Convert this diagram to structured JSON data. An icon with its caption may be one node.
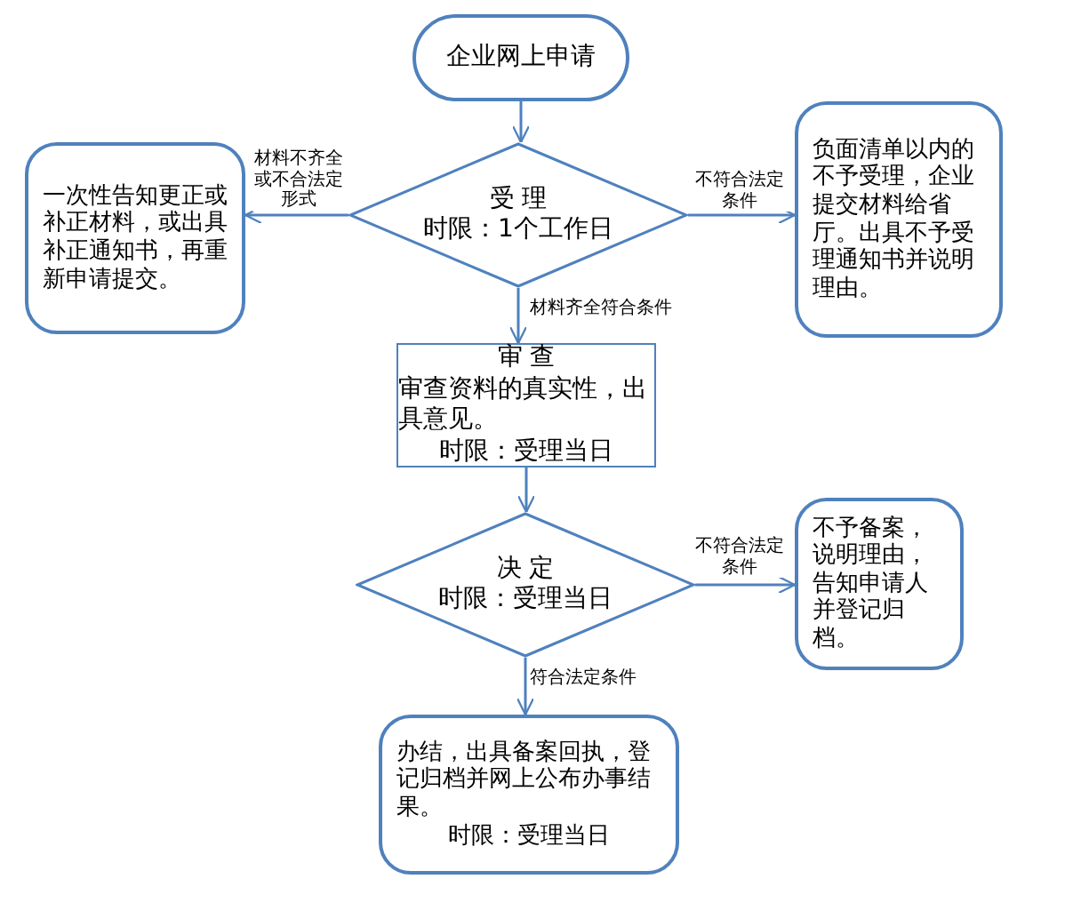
{
  "diagram": {
    "nodes": [
      {
        "text": [
          "企业网上申请"
        ]
      },
      {
        "text": [
          "受 理",
          "时限：1个工作日"
        ]
      },
      {
        "text": [
          "一次性告知更正或补正材料，或出具补正通知书，再重新申请提交。"
        ]
      },
      {
        "text": [
          "负面清单以内的不予受理，企业提交材料给省厅。出具不予受理通知书并说明理由。"
        ]
      },
      {
        "text": [
          "审 查",
          "审查资料的真实性，出具意见。",
          "时限：受理当日"
        ]
      },
      {
        "text": [
          "决 定",
          "时限：受理当日"
        ]
      },
      {
        "text": [
          "不予备案，说明理由，告知申请人并登记归档。"
        ]
      },
      {
        "text": [
          "办结，出具备案回执，登记归档并网上公布办事结果。",
          "时限：受理当日"
        ]
      }
    ],
    "edges": [
      {
        "from": 0,
        "to": 1,
        "arrow": "to"
      },
      {
        "from": 1,
        "to": 2,
        "arrow": "to",
        "label": "材料不齐全或不合法定形式"
      },
      {
        "from": 1,
        "to": 3,
        "arrow": "to",
        "label": "不符合法定条件"
      },
      {
        "from": 1,
        "to": 4,
        "arrow": "to",
        "label": "材料齐全符合条件"
      },
      {
        "from": 4,
        "to": 5,
        "arrow": "to"
      },
      {
        "from": 5,
        "to": 6,
        "arrow": "to",
        "label": "不符合法定条件"
      },
      {
        "from": 5,
        "to": 7,
        "arrow": "to",
        "label": "符合法定条件"
      }
    ]
  }
}
